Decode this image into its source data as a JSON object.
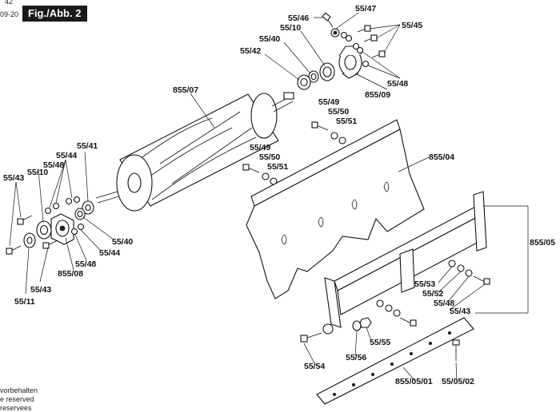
{
  "figure": {
    "title": "Fig./Abb. 2",
    "corner_top_a": "42",
    "corner_top_b": "09-20",
    "footer": [
      "vorbehalten",
      "e reserved",
      "reservees"
    ]
  },
  "labels": {
    "l5547": "55/47",
    "l5546": "55/46",
    "l5545": "55/45",
    "l5510a": "55/10",
    "l5540a": "55/40",
    "l5542": "55/42",
    "l5548a": "55/48",
    "l85509": "855/09",
    "l85507": "855/07",
    "l5549a": "55/49",
    "l5550a": "55/50",
    "l5551a": "55/51",
    "l85504": "855/04",
    "l5549b": "55/49",
    "l5550b": "55/50",
    "l5551b": "55/51",
    "l5541": "55/41",
    "l5548b": "55/48",
    "l5544a": "55/44",
    "l5510b": "55/10",
    "l5543a": "55/43",
    "l5540b": "55/40",
    "l5544b": "55/44",
    "l5548c": "55/48",
    "l85508": "855/08",
    "l5543b": "55/43",
    "l5511": "55/11",
    "l85505": "855/05",
    "l5553": "55/53",
    "l5552": "55/52",
    "l5548d": "55/48",
    "l5543c": "55/43",
    "l5555": "55/55",
    "l5556": "55/56",
    "l5554": "55/54",
    "l855051": "855/05/01",
    "l55052": "55/05/02"
  }
}
